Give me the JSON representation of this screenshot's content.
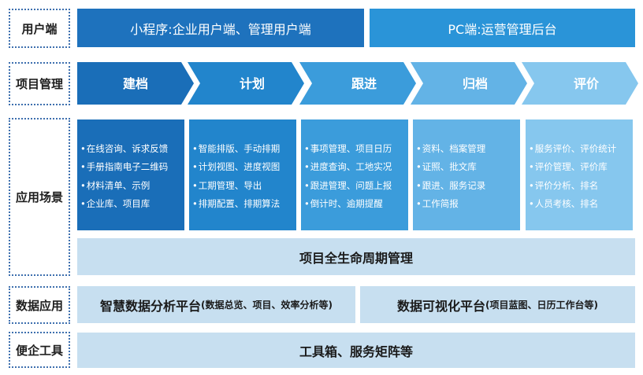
{
  "rows": {
    "users": "用户端",
    "project": "项目管理",
    "scenario": "应用场景",
    "data": "数据应用",
    "tools": "便企工具"
  },
  "user_clients": {
    "mini": "小程序:企业用户端、管理用户端",
    "pc": "PC端:运营管理后台"
  },
  "stages": [
    {
      "label": "建档",
      "color": "#1a6eb8"
    },
    {
      "label": "计划",
      "color": "#2285cc"
    },
    {
      "label": "跟进",
      "color": "#3b9cdb"
    },
    {
      "label": "归档",
      "color": "#63b3e6"
    },
    {
      "label": "评价",
      "color": "#86c7ee"
    }
  ],
  "scenarios": [
    {
      "color": "#1a6eb8",
      "items": [
        "在线咨询、诉求反馈",
        "手册指南电子二维码",
        "材料清单、示例",
        "企业库、项目库"
      ]
    },
    {
      "color": "#2285cc",
      "items": [
        "智能排版、手动排期",
        "计划视图、进度视图",
        "工期管理、导出",
        "排期配置、排期算法"
      ]
    },
    {
      "color": "#3b9cdb",
      "items": [
        "事项管理、项目日历",
        "进度查询、工地实况",
        "跟进管理、问题上报",
        "倒计时、逾期提醒"
      ]
    },
    {
      "color": "#63b3e6",
      "items": [
        "资料、档案管理",
        "证照、批文库",
        "跟进、服务记录",
        "工作简报"
      ]
    },
    {
      "color": "#86c7ee",
      "items": [
        "服务评价、评价统计",
        "评价管理、评价库",
        "评价分析、排名",
        "人员考核、排名"
      ]
    }
  ],
  "lifecycle": "项目全生命周期管理",
  "data_apps": {
    "left_title": "智慧数据分析平台",
    "left_note": "(数据总览、项目、效率分析等)",
    "right_title": "数据可视化平台",
    "right_note": "(项目蓝图、日历工作台等)"
  },
  "tools": "工具箱、服务矩阵等"
}
